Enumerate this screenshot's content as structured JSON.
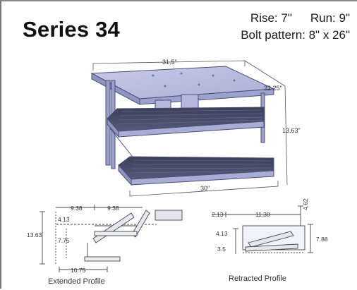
{
  "header": {
    "title": "Series 34",
    "rise_label": "Rise: 7\"",
    "run_label": "Run: 9\"",
    "bolt_pattern": "Bolt pattern: 8\" x 26\""
  },
  "main_view": {
    "dim_top_width": "31.5\"",
    "dim_depth": "32.25\"",
    "dim_height": "13.63\"",
    "dim_bottom_width": "30\""
  },
  "extended_profile": {
    "caption": "Extended Profile",
    "dim_left_height": "13.63",
    "dim_top_left": "9.38",
    "dim_top_right": "9.38",
    "dim_upper": "4.13",
    "dim_mid": "7.75",
    "dim_bottom": "10.75"
  },
  "retracted_profile": {
    "caption": "Retracted Profile",
    "dim_top_left": "2.13",
    "dim_top_mid": "11.38",
    "dim_top_right": "4.62",
    "dim_left": "4.13",
    "dim_left_low": "3.5",
    "dim_right": "7.88"
  }
}
